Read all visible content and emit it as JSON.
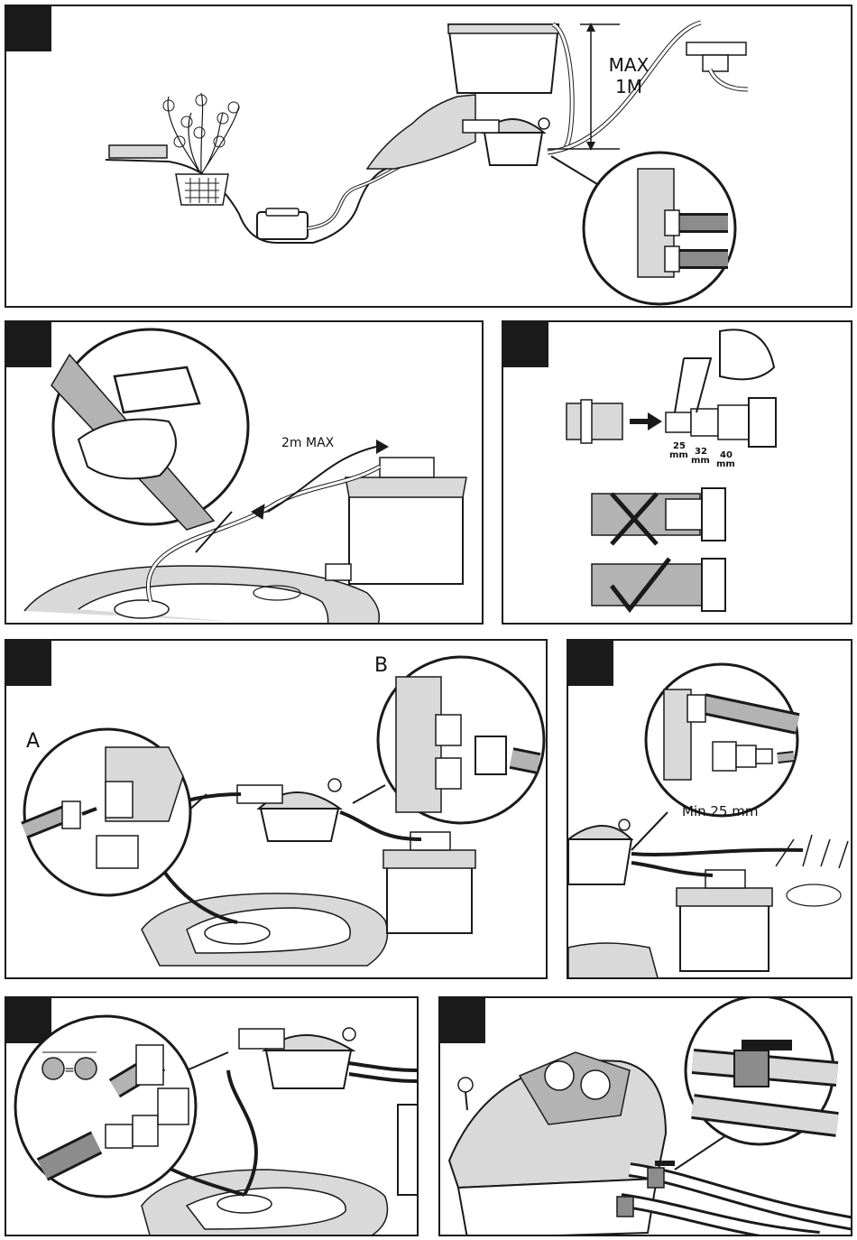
{
  "panel1": {
    "height_label": "MAX\n1M",
    "height_label_line1": "MAX",
    "height_label_line2": "1M"
  },
  "panel2": {
    "distance_label": "2m MAX"
  },
  "panel3": {
    "sizes": [
      {
        "value": "25",
        "unit": "mm"
      },
      {
        "value": "32",
        "unit": "mm"
      },
      {
        "value": "40",
        "unit": "mm"
      }
    ],
    "wrong_mark": "✗",
    "correct_mark": "✓"
  },
  "panel4": {
    "detail_a": "A",
    "detail_b": "B"
  },
  "panel5": {
    "min_label": "Min 25 mm"
  },
  "panel6": {
    "equals_sign": "="
  },
  "colors": {
    "ink": "#1a1a1a",
    "grey": "#8c8c8c",
    "light": "#d9d9d9",
    "mid": "#b3b3b3"
  }
}
